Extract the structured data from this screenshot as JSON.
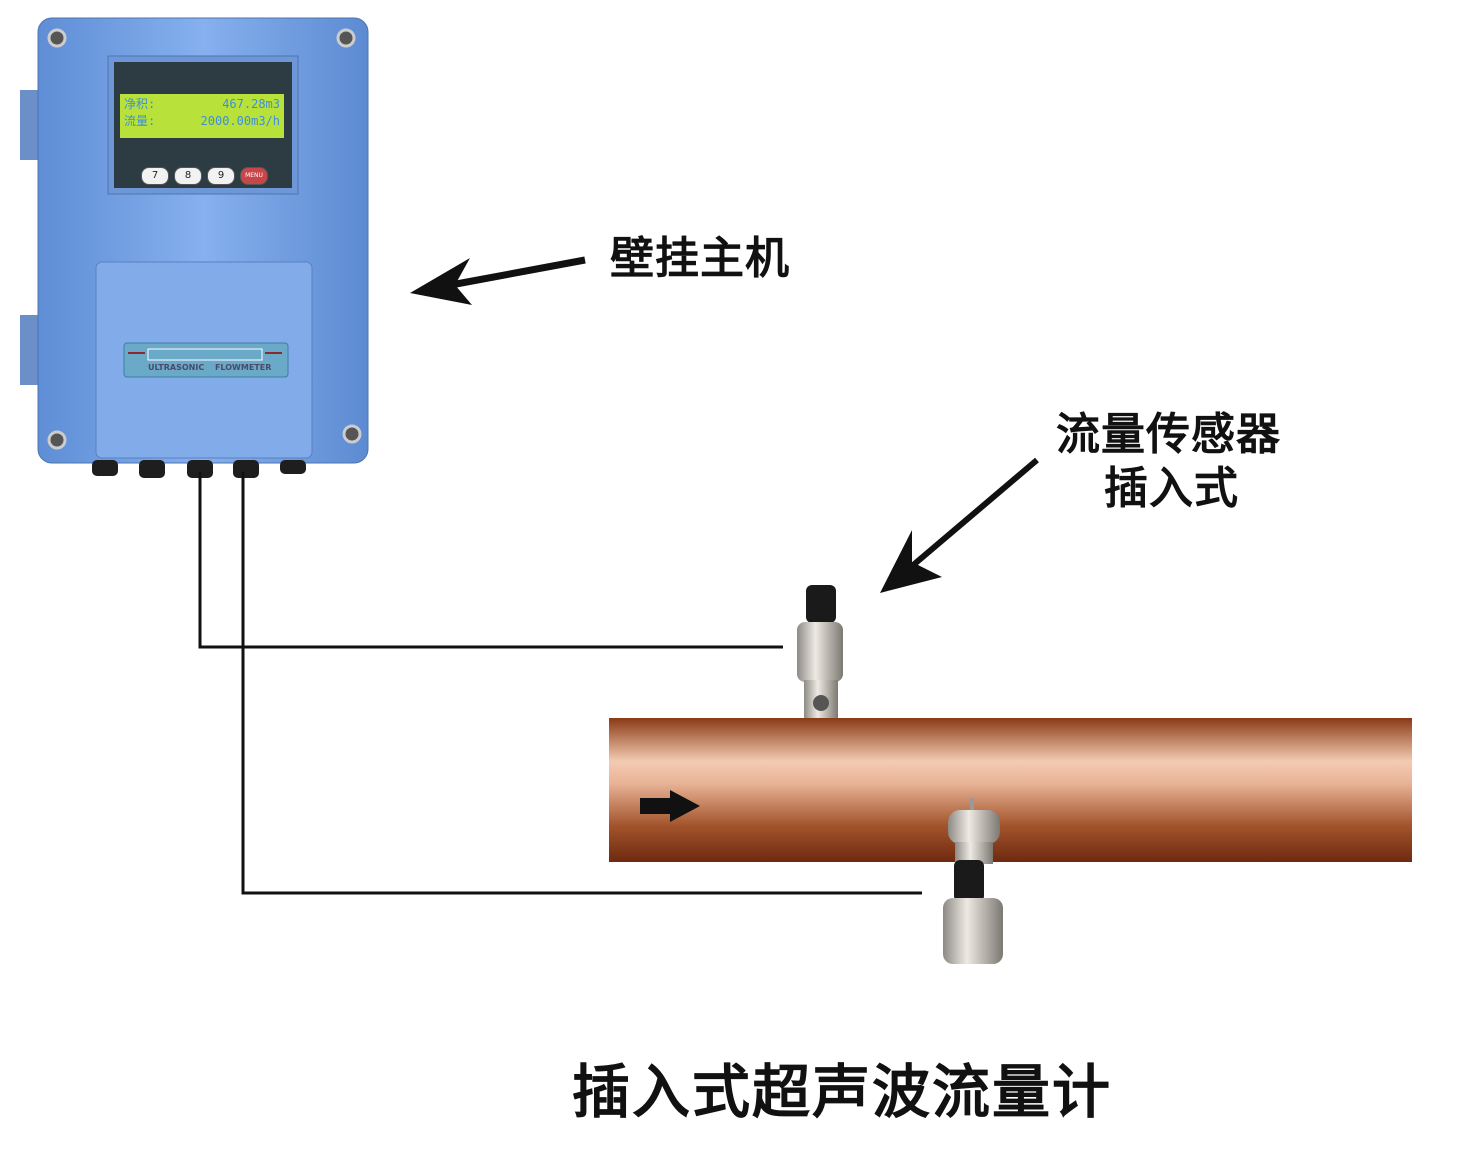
{
  "labels": {
    "host": "壁挂主机",
    "sensor_line1": "流量传感器",
    "sensor_line2": "插入式",
    "title": "插入式超声波流量计"
  },
  "display": {
    "row1_label": "净积:",
    "row1_value": "467.28m3",
    "row2_label": "流量:",
    "row2_value": "2000.00m3/h"
  },
  "keys": [
    "7",
    "8",
    "9",
    "MENU"
  ],
  "plate": "ULTRASONIC FLOWMETER",
  "colors": {
    "enclosure": "#79a6e6",
    "lcd": "#b8e23a",
    "pipe": "#9a4a22",
    "key_menu": "#c8464a"
  }
}
